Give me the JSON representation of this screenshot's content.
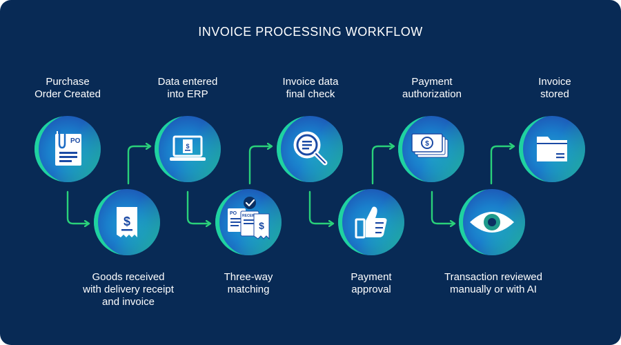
{
  "title": "INVOICE PROCESSING WORKFLOW",
  "steps": [
    {
      "label": "Purchase\nOrder Created",
      "icon": "purchase-order-icon",
      "po_text": "PO"
    },
    {
      "label": "Goods received\nwith delivery receipt\nand invoice",
      "icon": "receipt-dollar-icon"
    },
    {
      "label": "Data entered\ninto ERP",
      "icon": "laptop-invoice-icon"
    },
    {
      "label": "Three-way\nmatching",
      "icon": "three-way-match-icon",
      "po_text": "PO",
      "receipt_text": "RECEIPT"
    },
    {
      "label": "Invoice data\nfinal check",
      "icon": "magnifier-icon"
    },
    {
      "label": "Payment\napproval",
      "icon": "thumbs-up-icon"
    },
    {
      "label": "Payment\nauthorization",
      "icon": "banknotes-icon"
    },
    {
      "label": "Transaction reviewed\nmanually or with AI",
      "icon": "eye-icon"
    },
    {
      "label": "Invoice\nstored",
      "icon": "folder-icon"
    }
  ],
  "colors": {
    "background": "#082a55",
    "arrow": "#2ad17a",
    "text": "#ffffff"
  }
}
